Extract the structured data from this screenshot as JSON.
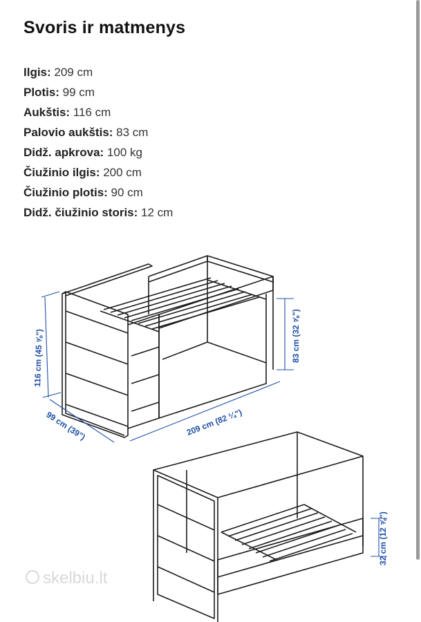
{
  "title": "Svoris ir matmenys",
  "specs": [
    {
      "label": "Ilgis:",
      "value": " 209 cm"
    },
    {
      "label": "Plotis:",
      "value": " 99 cm"
    },
    {
      "label": "Aukštis:",
      "value": " 116 cm"
    },
    {
      "label": "Palovio aukštis:",
      "value": " 83 cm"
    },
    {
      "label": "Didž. apkrova:",
      "value": " 100 kg"
    },
    {
      "label": "Čiužinio ilgis:",
      "value": " 200 cm"
    },
    {
      "label": "Čiužinio plotis:",
      "value": " 90 cm"
    },
    {
      "label": "Didž. čiužinio storis:",
      "value": " 12 cm"
    }
  ],
  "dimensions": {
    "height": "116 cm (45 ⅝\")",
    "width": "99 cm (39\")",
    "length": "209 cm (82 ¼\")",
    "under_bed": "83 cm (32 ⅝\")",
    "low_side": "32 cm (12 ⅝\")"
  },
  "colors": {
    "dimension": "#1f4fa8",
    "line": "#1a1a1a"
  },
  "watermark": "skelbiu.lt"
}
